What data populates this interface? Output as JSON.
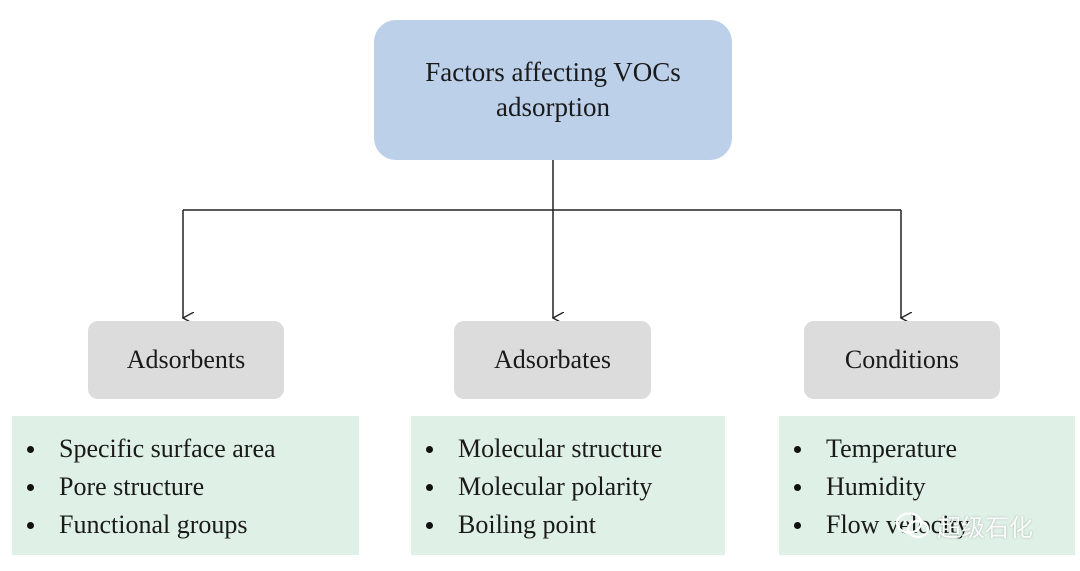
{
  "root": {
    "line1": "Factors affecting VOCs",
    "line2": "adsorption"
  },
  "categories": [
    {
      "label": "Adsorbents",
      "items": [
        "Specific surface area",
        "Pore structure",
        "Functional groups"
      ]
    },
    {
      "label": "Adsorbates",
      "items": [
        "Molecular structure",
        "Molecular polarity",
        "Boiling point"
      ]
    },
    {
      "label": "Conditions",
      "items": [
        "Temperature",
        "Humidity",
        "Flow velocity"
      ]
    }
  ],
  "watermark": {
    "text": "超级石化",
    "icon": "wechat-icon"
  },
  "colors": {
    "root_fill": "#bcd0ea",
    "category_fill": "#dcdcdc",
    "list_fill": "#dff0e6",
    "connector": "#222222"
  }
}
